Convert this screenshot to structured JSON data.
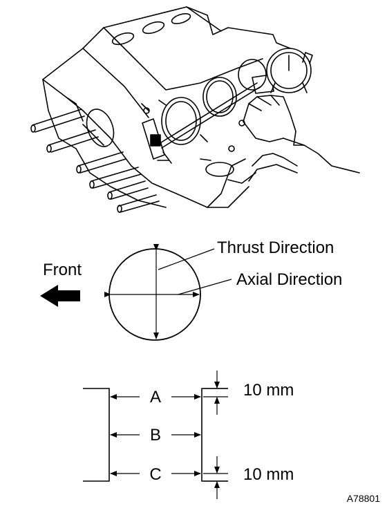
{
  "labels": {
    "thrust": "Thrust Direction",
    "axial": "Axial Direction",
    "front": "Front",
    "a": "A",
    "b": "B",
    "c": "C",
    "top_offset": "10 mm",
    "bottom_offset": "10 mm",
    "figure_code": "A78801"
  }
}
